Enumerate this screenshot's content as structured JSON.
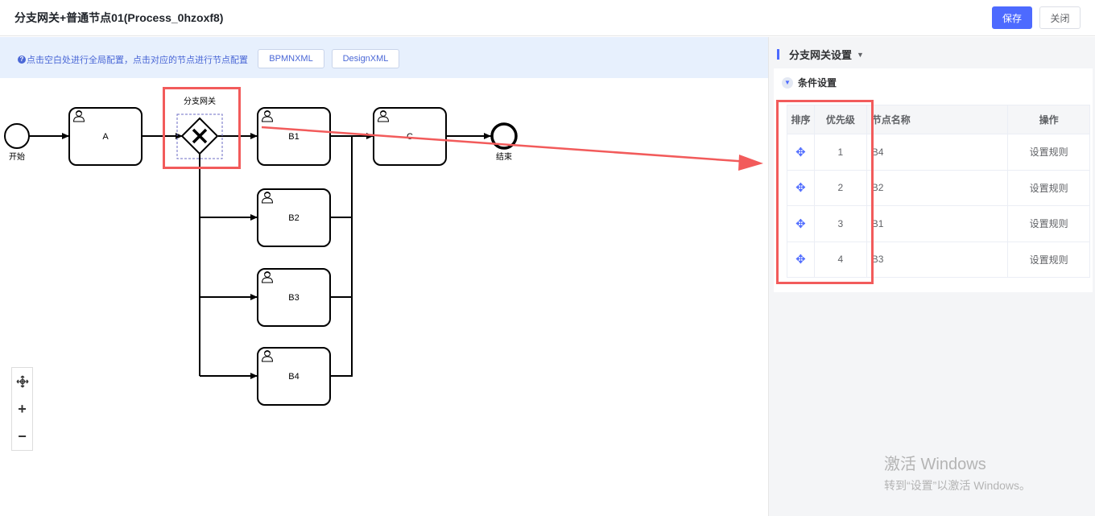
{
  "header": {
    "title": "分支网关+普通节点01(Process_0hzoxf8)",
    "save_label": "保存",
    "close_label": "关闭"
  },
  "tipbar": {
    "text": "点击空白处进行全局配置，点击对应的节点进行节点配置",
    "bpmn_btn": "BPMNXML",
    "design_btn": "DesignXML"
  },
  "diagram": {
    "start": "开始",
    "end": "结束",
    "gateway_label": "分支网关",
    "task_a": "A",
    "task_b1": "B1",
    "task_b2": "B2",
    "task_b3": "B3",
    "task_b4": "B4",
    "task_c": "C"
  },
  "panel": {
    "title": "分支网关设置",
    "section": "条件设置",
    "columns": [
      "排序",
      "优先级",
      "节点名称",
      "操作"
    ],
    "rows": [
      {
        "priority": "1",
        "name": "B4",
        "action": "设置规则"
      },
      {
        "priority": "2",
        "name": "B2",
        "action": "设置规则"
      },
      {
        "priority": "3",
        "name": "B1",
        "action": "设置规则"
      },
      {
        "priority": "4",
        "name": "B3",
        "action": "设置规则"
      }
    ]
  },
  "watermark": {
    "line1": "激活 Windows",
    "line2": "转到“设置”以激活 Windows。"
  },
  "colors": {
    "primary": "#4d6aff",
    "annotation": "#f25b5b",
    "tip_bg": "#e7f0fd"
  }
}
